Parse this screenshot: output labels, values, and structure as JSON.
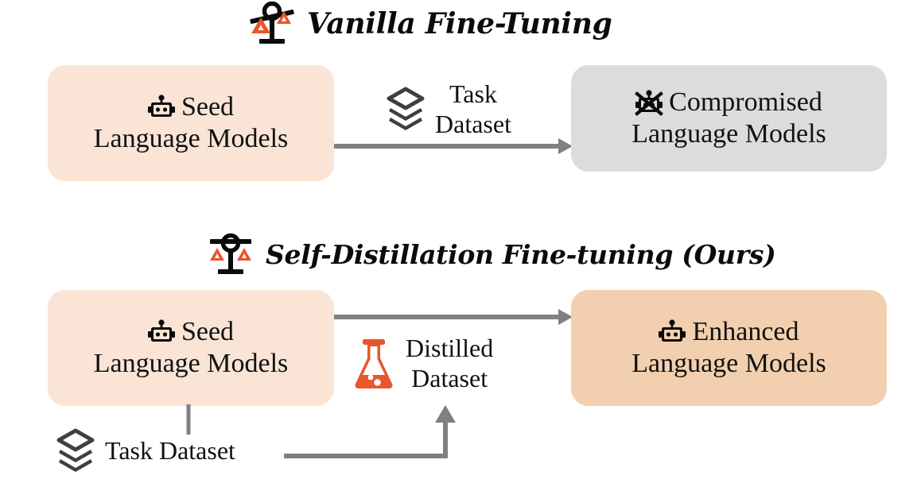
{
  "figure": {
    "type": "diagram",
    "description": "Two-row comparison diagram: Vanilla Fine-Tuning versus Self-Distillation Fine-tuning"
  },
  "colors": {
    "peach_light": "#F9E4D6",
    "peach_deep": "#F2CFAE",
    "gray_box": "#DCDCDC",
    "orange_accent": "#E8562C",
    "arrow_gray": "#808080",
    "icon_dark": "#3F3F3F",
    "text": "#0B0B0B"
  },
  "sections": [
    {
      "id": "vanilla",
      "title": "Vanilla Fine-Tuning",
      "title_icon": "unbalanced-scale-icon",
      "source": {
        "icon": "robot-icon",
        "line1": "Seed",
        "line2": "Language Models",
        "bg": "#F9E4D6"
      },
      "middle": {
        "icon": "layers-icon",
        "line1": "Task",
        "line2": "Dataset"
      },
      "target": {
        "icon": "robot-crossed-out-icon",
        "line1": "Compromised",
        "line2": "Language Models",
        "bg": "#DCDCDC"
      }
    },
    {
      "id": "self-distillation",
      "title": "Self-Distillation Fine-tuning (Ours)",
      "title_icon": "balanced-scale-icon",
      "source": {
        "icon": "robot-icon",
        "line1": "Seed",
        "line2": "Language Models",
        "bg": "#F9E4D6"
      },
      "middle": {
        "icon": "flask-icon",
        "line1": "Distilled",
        "line2": "Dataset"
      },
      "target": {
        "icon": "robot-icon",
        "line1": "Enhanced",
        "line2": "Language Models",
        "bg": "#F2CFAE"
      },
      "bottom_input": {
        "icon": "layers-icon",
        "label": "Task Dataset"
      }
    }
  ]
}
